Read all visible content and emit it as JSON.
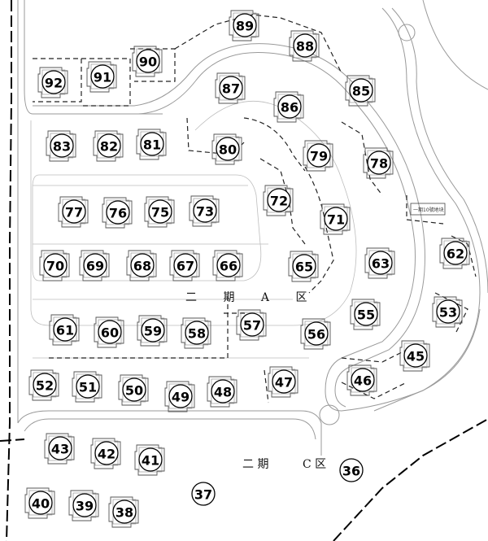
{
  "plots": [
    {
      "label": "89"
    },
    {
      "label": "88"
    },
    {
      "label": "92"
    },
    {
      "label": "91"
    },
    {
      "label": "90"
    },
    {
      "label": "87"
    },
    {
      "label": "86"
    },
    {
      "label": "85"
    },
    {
      "label": "83"
    },
    {
      "label": "82"
    },
    {
      "label": "81"
    },
    {
      "label": "80"
    },
    {
      "label": "79"
    },
    {
      "label": "78"
    },
    {
      "label": "77"
    },
    {
      "label": "76"
    },
    {
      "label": "75"
    },
    {
      "label": "73"
    },
    {
      "label": "72"
    },
    {
      "label": "71"
    },
    {
      "label": "70"
    },
    {
      "label": "69"
    },
    {
      "label": "68"
    },
    {
      "label": "67"
    },
    {
      "label": "66"
    },
    {
      "label": "65"
    },
    {
      "label": "63"
    },
    {
      "label": "62"
    },
    {
      "label": "61"
    },
    {
      "label": "60"
    },
    {
      "label": "59"
    },
    {
      "label": "58"
    },
    {
      "label": "57"
    },
    {
      "label": "56"
    },
    {
      "label": "55"
    },
    {
      "label": "53"
    },
    {
      "label": "45"
    },
    {
      "label": "46"
    },
    {
      "label": "47"
    },
    {
      "label": "52"
    },
    {
      "label": "51"
    },
    {
      "label": "50"
    },
    {
      "label": "49"
    },
    {
      "label": "48"
    },
    {
      "label": "43"
    },
    {
      "label": "42"
    },
    {
      "label": "41"
    },
    {
      "label": "40"
    },
    {
      "label": "39"
    },
    {
      "label": "38"
    },
    {
      "label": "37"
    },
    {
      "label": "36"
    }
  ],
  "zones": {
    "zone_a": "二 期 A 区",
    "zone_c_left": "二 期",
    "zone_c_right": "C 区"
  },
  "notes": {
    "facility": "一期10號地块"
  }
}
